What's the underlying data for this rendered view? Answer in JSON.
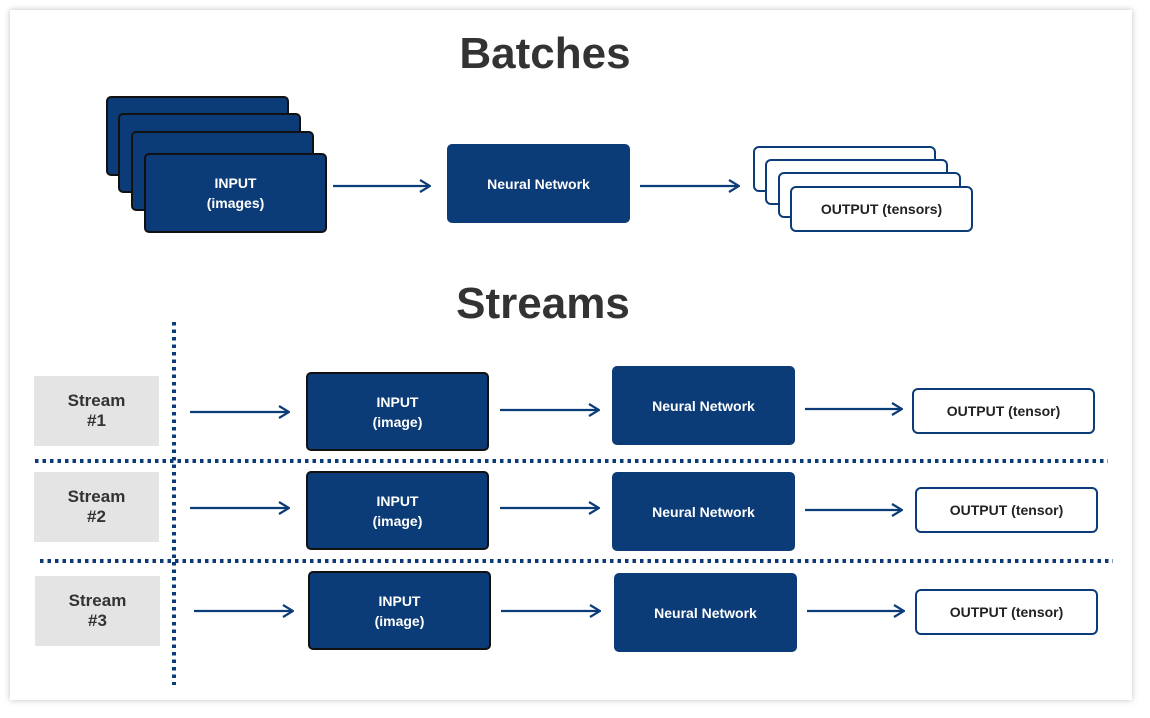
{
  "colors": {
    "navy": "#0c3c78",
    "label_bg": "#e4e4e4",
    "heading_text": "#333333"
  },
  "batches": {
    "title": "Batches",
    "input": {
      "line1": "INPUT",
      "line2": "(images)"
    },
    "network": "Neural Network",
    "output": "OUTPUT (tensors)"
  },
  "streams": {
    "title": "Streams",
    "rows": [
      {
        "label_line1": "Stream",
        "label_line2": "#1",
        "input_line1": "INPUT",
        "input_line2": "(image)",
        "network": "Neural Network",
        "output": "OUTPUT (tensor)"
      },
      {
        "label_line1": "Stream",
        "label_line2": "#2",
        "input_line1": "INPUT",
        "input_line2": "(image)",
        "network": "Neural Network",
        "output": "OUTPUT (tensor)"
      },
      {
        "label_line1": "Stream",
        "label_line2": "#3",
        "input_line1": "INPUT",
        "input_line2": "(image)",
        "network": "Neural Network",
        "output": "OUTPUT (tensor)"
      }
    ]
  }
}
